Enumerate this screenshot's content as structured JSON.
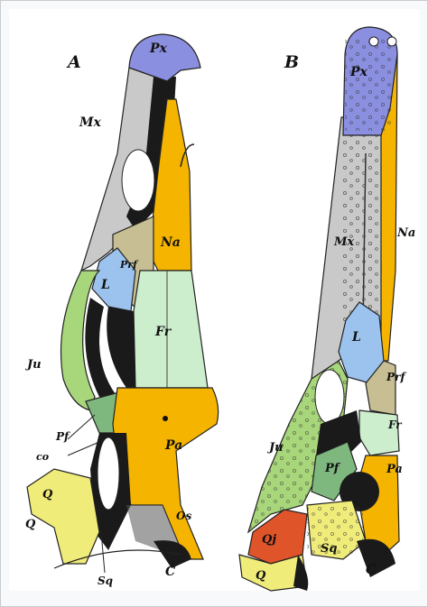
{
  "figure": {
    "panel_a": "A",
    "panel_b": "B",
    "labels_a": {
      "px": "Px",
      "mx": "Mx",
      "na": "Na",
      "prf": "Prf",
      "l": "L",
      "fr": "Fr",
      "ju": "Ju",
      "pf": "Pf",
      "co": "co",
      "pa": "Pa",
      "q1": "Q",
      "q2": "Q",
      "sq": "Sq",
      "os": "Os",
      "c": "C"
    },
    "labels_b": {
      "px": "Px",
      "na": "Na",
      "mx": "Mx",
      "l": "L",
      "prf": "Prf",
      "fr": "Fr",
      "ju": "Ju",
      "pf": "Pf",
      "pa": "Pa",
      "qj": "Qj",
      "q": "Q",
      "sq": "Sq",
      "c": "C"
    },
    "colors": {
      "premaxilla": "#8b8fe0",
      "maxilla": "#c9c9c9",
      "nasal": "#f5b400",
      "prefrontal": "#c7bf93",
      "lacrimal": "#9bc3ee",
      "frontal": "#cdeecd",
      "jugal": "#a8d67a",
      "postfrontal": "#7fb87f",
      "parietal": "#f5b400",
      "quadrate": "#f0ec7a",
      "quadratojugal": "#e0542a",
      "bone_shadow": "#1a1a1a"
    }
  }
}
